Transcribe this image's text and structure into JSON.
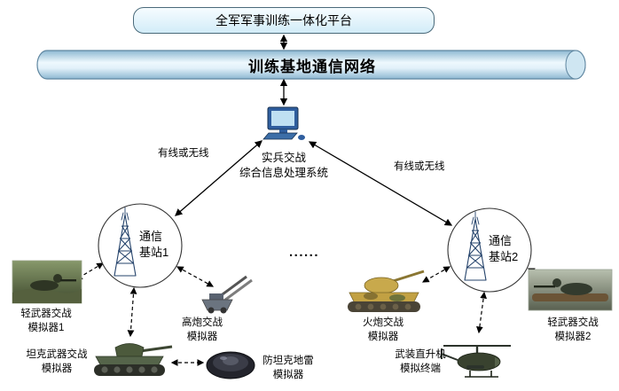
{
  "platform": {
    "title": "全军军事训练一体化平台"
  },
  "network": {
    "title": "训练基地通信网络"
  },
  "processor": {
    "label": "实兵交战\n综合信息处理系统"
  },
  "links": {
    "left_label": "有线或无线",
    "right_label": "有线或无线"
  },
  "stations": {
    "s1": "通信\n基站1",
    "s2": "通信\n基站2",
    "ellipsis": "......"
  },
  "devices": [
    {
      "id": "light-weapon-sim-1",
      "label": "轻武器交战\n模拟器1"
    },
    {
      "id": "aa-gun-sim",
      "label": "高炮交战\n模拟器"
    },
    {
      "id": "tank-weapon-sim",
      "label": "坦克武器交战\n模拟器"
    },
    {
      "id": "anti-tank-mine-sim",
      "label": "防坦克地雷\n模拟器"
    },
    {
      "id": "artillery-sim",
      "label": "火炮交战\n模拟器"
    },
    {
      "id": "helicopter-terminal",
      "label": "武装直升机\n模拟终端"
    },
    {
      "id": "light-weapon-sim-2",
      "label": "轻武器交战\n模拟器2"
    }
  ],
  "icons": {
    "computer": "computer-icon",
    "tower": "radio-tower-icon",
    "photos": [
      "soldier-photo",
      "aa-gun-photo",
      "tank-photo",
      "mine-photo",
      "artillery-photo",
      "helicopter-photo",
      "soldier2-photo"
    ]
  },
  "colors": {
    "pipe_fill_light": "#eaf6fc",
    "pipe_fill_dark": "#8db8d2",
    "pipe_stroke": "#5f86a0",
    "platform_box_fill": "#d2ecf8",
    "tower_stroke": "#25436b",
    "computer_blue": "#2f5e9e",
    "line_color": "#000000"
  }
}
